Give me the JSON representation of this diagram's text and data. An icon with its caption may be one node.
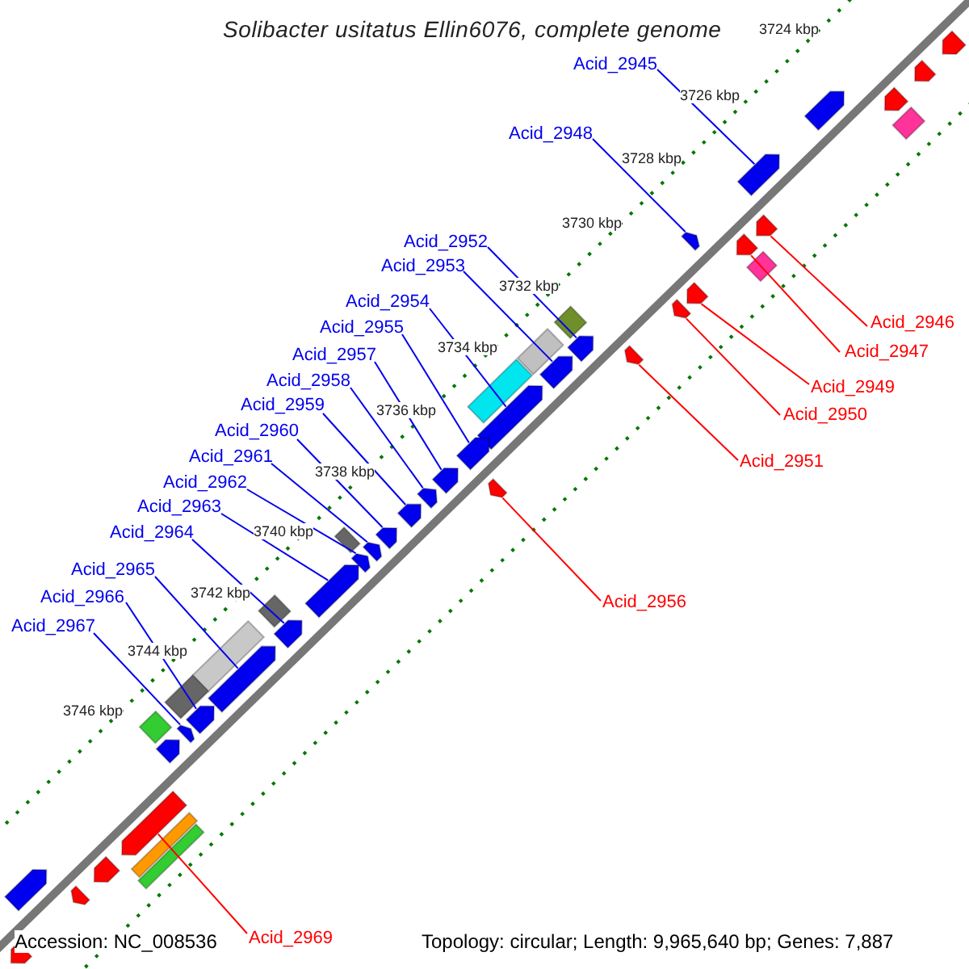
{
  "diagram": {
    "title": "Solibacter usitatus Ellin6076, complete genome",
    "nodes": [
      {
        "text": [
          "Acid_2945"
        ]
      },
      {
        "text": [
          "Acid_2948"
        ]
      },
      {
        "text": [
          "Acid_2952"
        ]
      },
      {
        "text": [
          "Acid_2953"
        ]
      },
      {
        "text": [
          "Acid_2954"
        ]
      },
      {
        "text": [
          "Acid_2946"
        ]
      },
      {
        "text": [
          "Acid_2955"
        ]
      },
      {
        "text": [
          "Acid_2947"
        ]
      },
      {
        "text": [
          "Acid_2957"
        ]
      },
      {
        "text": [
          "Acid_2958"
        ]
      },
      {
        "text": [
          "Acid_2949"
        ]
      },
      {
        "text": [
          "Acid_2959"
        ]
      },
      {
        "text": [
          "Acid_2950"
        ]
      },
      {
        "text": [
          "Acid_2960"
        ]
      },
      {
        "text": [
          "Acid_2961"
        ]
      },
      {
        "text": [
          "Acid_2951"
        ]
      },
      {
        "text": [
          "Acid_2962"
        ]
      },
      {
        "text": [
          "Acid_2963"
        ]
      },
      {
        "text": [
          "Acid_2964"
        ]
      },
      {
        "text": [
          "Acid_2965"
        ]
      },
      {
        "text": [
          "Acid_2966"
        ]
      },
      {
        "text": [
          "Acid_2956"
        ]
      },
      {
        "text": [
          "Acid_2967"
        ]
      },
      {
        "text": [
          "Acid_2969"
        ]
      },
      {
        "text": [],
        "shape": "box"
      },
      {
        "text": [],
        "shape": "box"
      },
      {
        "text": [],
        "shape": "box"
      },
      {
        "text": [],
        "shape": "box"
      },
      {
        "text": [],
        "shape": "box"
      },
      {
        "text": [],
        "shape": "box"
      },
      {
        "text": [],
        "shape": "box"
      },
      {
        "text": [],
        "shape": "box"
      },
      {
        "text": [],
        "shape": "box"
      },
      {
        "text": [],
        "shape": "box"
      },
      {
        "text": [],
        "shape": "box"
      },
      {
        "text": [],
        "shape": "box"
      },
      {
        "text": [],
        "shape": "box"
      },
      {
        "text": [],
        "shape": "box"
      },
      {
        "text": [],
        "shape": "box"
      },
      {
        "text": [],
        "shape": "box"
      },
      {
        "text": [],
        "shape": "box"
      },
      {
        "text": [],
        "shape": "box"
      },
      {
        "text": [],
        "shape": "box"
      },
      {
        "text": [],
        "shape": "box"
      },
      {
        "text": [],
        "shape": "box"
      },
      {
        "text": [],
        "shape": "box"
      },
      {
        "text": [],
        "shape": "box"
      },
      {
        "text": [],
        "shape": "box"
      },
      {
        "text": [],
        "shape": "box"
      },
      {
        "text": [],
        "shape": "box"
      },
      {
        "text": [],
        "shape": "box"
      },
      {
        "text": [],
        "shape": "box"
      },
      {
        "text": [],
        "shape": "box"
      },
      {
        "text": [],
        "shape": "box"
      },
      {
        "text": [],
        "shape": "box"
      },
      {
        "text": [],
        "shape": "box"
      },
      {
        "text": [],
        "shape": "box"
      }
    ],
    "edges": [
      {
        "from": 0,
        "to": 24,
        "arrow": "none"
      },
      {
        "from": 1,
        "to": 25,
        "arrow": "none"
      },
      {
        "from": 2,
        "to": 26,
        "arrow": "none"
      },
      {
        "from": 3,
        "to": 27,
        "arrow": "none"
      },
      {
        "from": 4,
        "to": 28,
        "arrow": "none"
      },
      {
        "from": 5,
        "to": 29,
        "arrow": "none",
        "color": "#ff0000"
      },
      {
        "from": 6,
        "to": 30,
        "arrow": "none"
      },
      {
        "from": 7,
        "to": 31,
        "arrow": "none",
        "color": "#ff0000"
      },
      {
        "from": 8,
        "to": 32,
        "arrow": "none"
      },
      {
        "from": 9,
        "to": 33,
        "arrow": "none"
      },
      {
        "from": 10,
        "to": 34,
        "arrow": "none",
        "color": "#ff0000"
      },
      {
        "from": 11,
        "to": 35,
        "arrow": "none"
      },
      {
        "from": 12,
        "to": 36,
        "arrow": "none",
        "color": "#ff0000"
      },
      {
        "from": 13,
        "to": 37,
        "arrow": "none"
      },
      {
        "from": 14,
        "to": 38,
        "arrow": "none"
      },
      {
        "from": 15,
        "to": 39,
        "arrow": "none",
        "color": "#ff0000"
      },
      {
        "from": 16,
        "to": 40,
        "arrow": "none"
      },
      {
        "from": 17,
        "to": 41,
        "arrow": "none"
      },
      {
        "from": 18,
        "to": 42,
        "arrow": "none"
      },
      {
        "from": 19,
        "to": 43,
        "arrow": "none"
      },
      {
        "from": 20,
        "to": 44,
        "arrow": "none"
      },
      {
        "from": 21,
        "to": 45,
        "arrow": "none",
        "color": "#ff0000"
      },
      {
        "from": 22,
        "to": 46,
        "arrow": "none"
      },
      {
        "from": 23,
        "to": 47,
        "arrow": "none",
        "color": "#ff0000"
      }
    ],
    "labels": [
      "3724 kbp",
      "3726 kbp",
      "3728 kbp",
      "3730 kbp",
      "3732 kbp",
      "3734 kbp",
      "3736 kbp",
      "3738 kbp",
      "3740 kbp",
      "3742 kbp",
      "3744 kbp",
      "3746 kbp",
      "Accession: NC_008536",
      "Topology: circular; Length: 9,965,640 bp; Genes: 7,887"
    ]
  }
}
